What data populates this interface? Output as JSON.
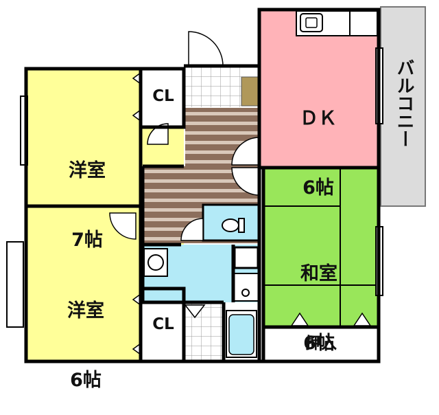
{
  "rooms": {
    "western_7": {
      "name": "洋室",
      "size": "7帖"
    },
    "western_6": {
      "name": "洋室",
      "size": "6帖"
    },
    "dk": {
      "name": "ＤＫ",
      "size": "6帖"
    },
    "japanese": {
      "name": "和室",
      "size": "6帖"
    },
    "closet_top": {
      "name": "CL"
    },
    "closet_bottom": {
      "name": "CL"
    },
    "oshiire": {
      "name": "押入"
    },
    "balcony": {
      "name": "バルコニー"
    }
  },
  "colors": {
    "western": "#ffff99",
    "dk": "#ffb3b8",
    "japanese": "#99e65a",
    "bath": "#b3eaf7",
    "hall_stripe_dark": "#8c6e5c",
    "hall_stripe_light": "#d9c8ba",
    "balcony": "#dcdcdc",
    "wall": "#000000"
  },
  "icons": [
    "sink-icon",
    "toilet-icon",
    "washbasin-icon",
    "bathtub-icon",
    "washer-icon",
    "door-swing-icon",
    "window-icon"
  ]
}
